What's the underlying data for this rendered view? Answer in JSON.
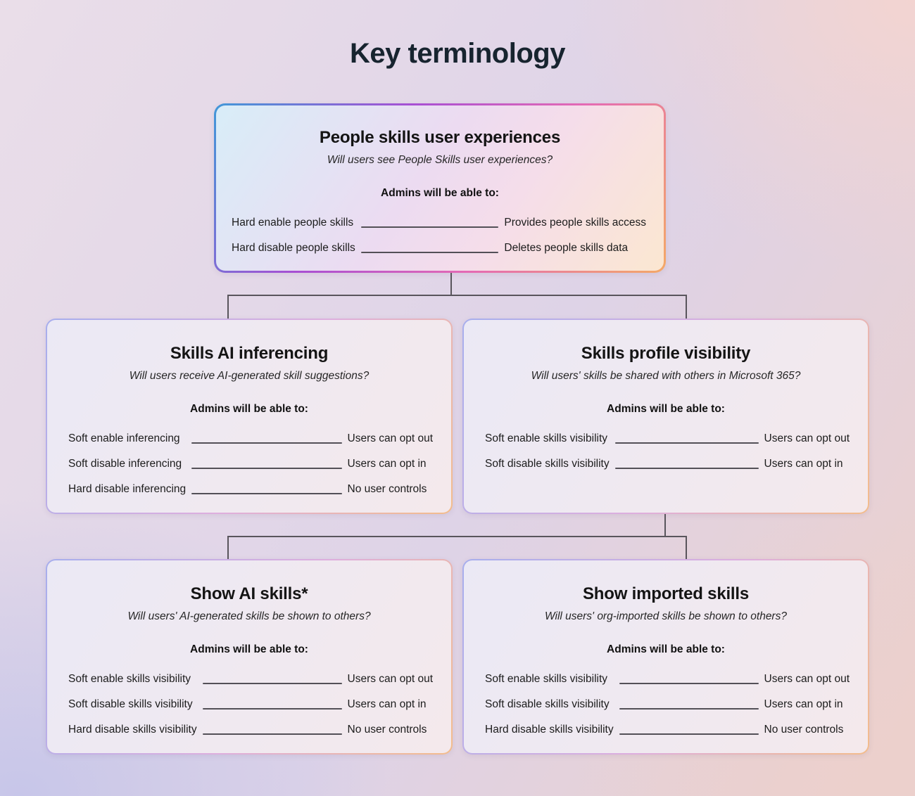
{
  "title": "Key terminology",
  "colors": {
    "page_title": "#17242f",
    "text": "#1c1c1c",
    "connector": "#59555c",
    "rule": "#535057",
    "bg_top_left": "#eadee9",
    "bg_top_right": "#f3d4d1",
    "bg_bottom_left": "#c7c6e9",
    "bg_bottom_right": "#ecd0cc",
    "bg_center": "#ded3e7",
    "root_border_blue": "#4198d8",
    "root_border_purple": "#a84fd3",
    "root_border_pink": "#e46ab4",
    "root_border_orange": "#f4a967",
    "root_fill_cyan": "#d8edf8",
    "root_fill_lavender": "#ecdbf1",
    "root_fill_pink": "#f5ddea",
    "root_fill_peach": "#fbe7d1",
    "child_border_periwinkle": "#a7aeed",
    "child_border_pink": "#deaede",
    "child_border_orange": "#f3bc8b",
    "child_fill_lavender": "#ebe9f5",
    "child_fill_pink": "#f4e9ec"
  },
  "boxes": {
    "root": {
      "title": "People skills user experiences",
      "question": "Will users see People Skills user experiences?",
      "admins": "Admins will be able to:",
      "rows": [
        {
          "action": "Hard enable people skills",
          "effect": "Provides people skills access"
        },
        {
          "action": "Hard disable people skills",
          "effect": "Deletes people skills data"
        }
      ]
    },
    "inferencing": {
      "title": "Skills AI inferencing",
      "question": "Will users receive AI-generated skill suggestions?",
      "admins": "Admins will be able to:",
      "rows": [
        {
          "action": "Soft enable inferencing",
          "effect": "Users can opt out"
        },
        {
          "action": "Soft disable inferencing",
          "effect": "Users can opt in"
        },
        {
          "action": "Hard disable inferencing",
          "effect": "No user controls"
        }
      ]
    },
    "visibility": {
      "title": "Skills profile visibility",
      "question": "Will users' skills be shared with others in Microsoft 365?",
      "admins": "Admins will be able to:",
      "rows": [
        {
          "action": "Soft enable skills visibility",
          "effect": "Users can opt out"
        },
        {
          "action": "Soft disable skills visibility",
          "effect": "Users can opt in"
        }
      ]
    },
    "show_ai": {
      "title": "Show AI skills*",
      "question": "Will users' AI-generated skills be shown to others?",
      "admins": "Admins will be able to:",
      "rows": [
        {
          "action": "Soft enable skills visibility",
          "effect": "Users can opt out"
        },
        {
          "action": "Soft disable skills visibility",
          "effect": "Users can opt in"
        },
        {
          "action": "Hard disable skills visibility",
          "effect": "No user controls"
        }
      ]
    },
    "show_imported": {
      "title": "Show imported skills",
      "question": "Will users' org-imported skills be shown to others?",
      "admins": "Admins will be able to:",
      "rows": [
        {
          "action": "Soft enable skills visibility",
          "effect": "Users can opt out"
        },
        {
          "action": "Soft disable skills visibility",
          "effect": "Users can opt in"
        },
        {
          "action": "Hard disable skills visibility",
          "effect": "No user controls"
        }
      ]
    }
  }
}
